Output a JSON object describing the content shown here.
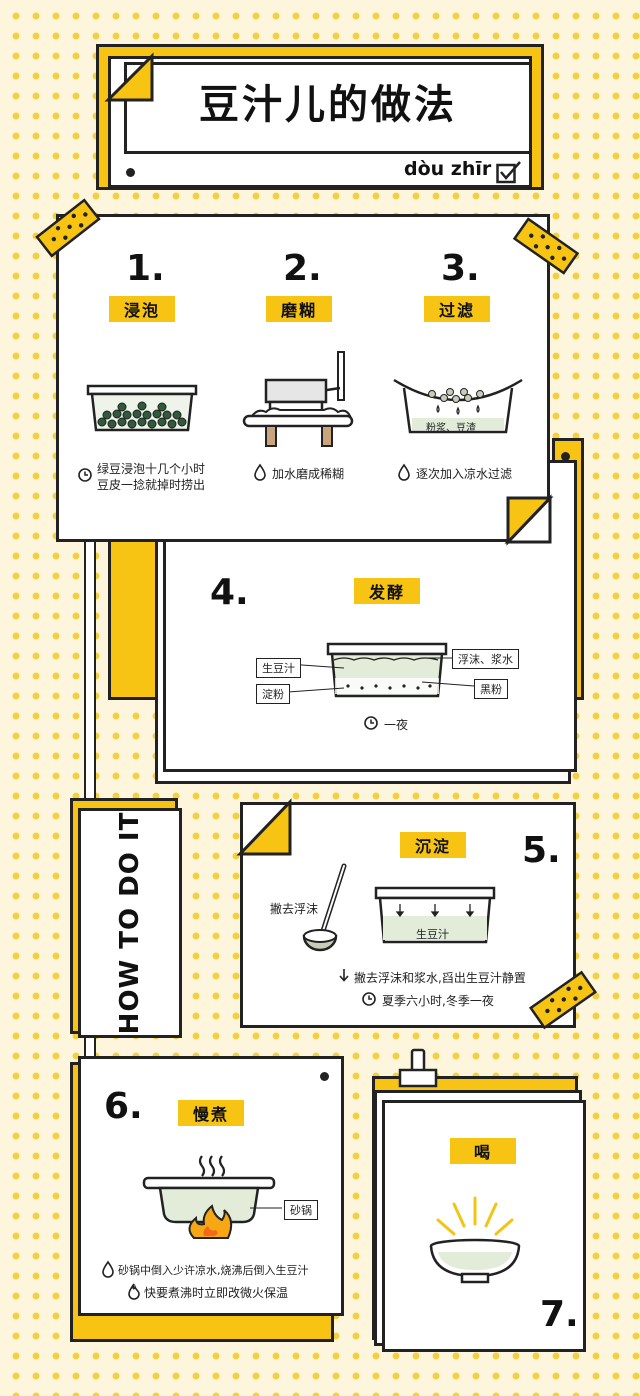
{
  "header": {
    "title": "豆汁儿的做法",
    "pinyin": "dòu zhīr"
  },
  "side_label": "HOW TO DO IT",
  "steps": [
    {
      "number": "1.",
      "name": "浸泡",
      "note_line1": "绿豆浸泡十几个小时",
      "note_line2": "豆皮一捻就掉时捞出",
      "icon": "clock-icon"
    },
    {
      "number": "2.",
      "name": "磨糊",
      "note": "加水磨成稀糊",
      "icon": "water-drop-icon"
    },
    {
      "number": "3.",
      "name": "过滤",
      "note": "逐次加入凉水过滤",
      "icon": "water-drop-icon",
      "strainer_label": "粉浆、豆渣"
    },
    {
      "number": "4.",
      "name": "发酵",
      "note": "一夜",
      "icon": "clock-icon",
      "labels": {
        "raw_juice": "生豆汁",
        "starch": "淀粉",
        "foam": "浮沫、浆水",
        "black_powder": "黑粉"
      }
    },
    {
      "number": "5.",
      "name": "沉淀",
      "skim_label": "撇去浮沫",
      "pot_label": "生豆汁",
      "note_line1": "撇去浮沫和浆水,舀出生豆汁静置",
      "note_line2": "夏季六小时,冬季一夜"
    },
    {
      "number": "6.",
      "name": "慢煮",
      "pot_label": "砂锅",
      "note_line1": "砂锅中倒入少许凉水,烧沸后倒入生豆汁",
      "note_line2": "快要煮沸时立即改微火保温"
    },
    {
      "number": "7.",
      "name": "喝"
    }
  ],
  "colors": {
    "accent": "#f7c414",
    "ink": "#222222",
    "liquid": "#e3ecd9"
  }
}
